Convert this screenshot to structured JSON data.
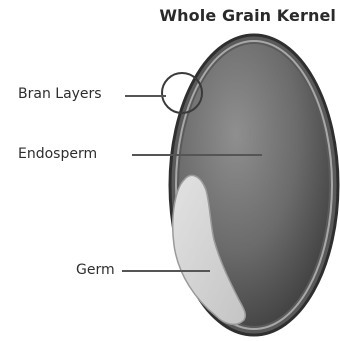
{
  "diagram": {
    "title": "Whole Grain Kernel",
    "labels": {
      "bran": "Bran Layers",
      "endosperm": "Endosperm",
      "germ": "Germ"
    }
  },
  "colors": {
    "bran_outline": "#3b3b3b",
    "endosperm_dark": "#4a4a4a",
    "endosperm_light": "#8a8a8a",
    "germ_fill": "#d4d4d4",
    "leader_line": "#555555",
    "text": "#2e2e2e"
  }
}
